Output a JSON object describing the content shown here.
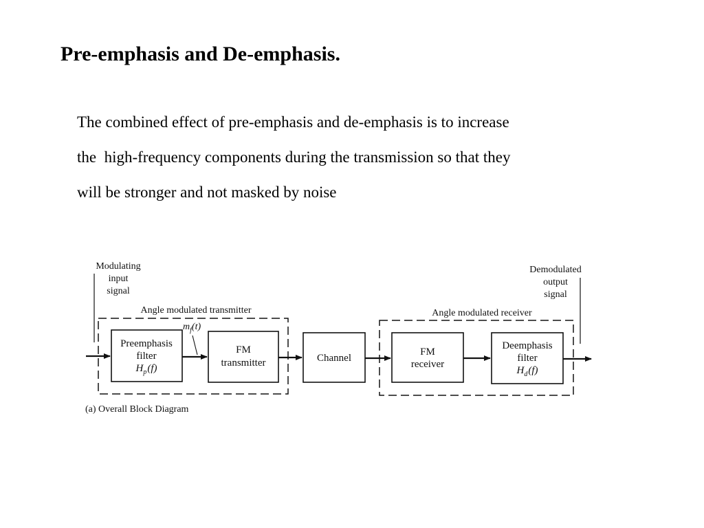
{
  "slide": {
    "title": "Pre-emphasis and De-emphasis.",
    "body_lines": [
      "The combined effect of pre-emphasis and de-emphasis is to increase",
      "the  high-frequency components during the transmission so that they",
      "will be stronger and not masked by noise"
    ]
  },
  "diagram": {
    "input_label": [
      "Modulating",
      "input",
      "signal"
    ],
    "output_label": [
      "Demodulated",
      "output",
      "signal"
    ],
    "transmitter_group_label": "Angle modulated transmitter",
    "receiver_group_label": "Angle modulated receiver",
    "signal_label": {
      "m": "m",
      "sub": "f",
      "arg": "(t)"
    },
    "blocks": {
      "preemphasis": {
        "lines": [
          "Preemphasis",
          "filter"
        ],
        "fn": {
          "H": "H",
          "sub": "p",
          "arg": "(f)"
        }
      },
      "fm_transmitter": {
        "lines": [
          "FM",
          "transmitter"
        ]
      },
      "channel": {
        "lines": [
          "Channel"
        ]
      },
      "fm_receiver": {
        "lines": [
          "FM",
          "receiver"
        ]
      },
      "deemphasis": {
        "lines": [
          "Deemphasis",
          "filter"
        ],
        "fn": {
          "H": "H",
          "sub": "d",
          "arg": "(f)"
        }
      }
    },
    "caption": "(a)  Overall Block Diagram"
  }
}
